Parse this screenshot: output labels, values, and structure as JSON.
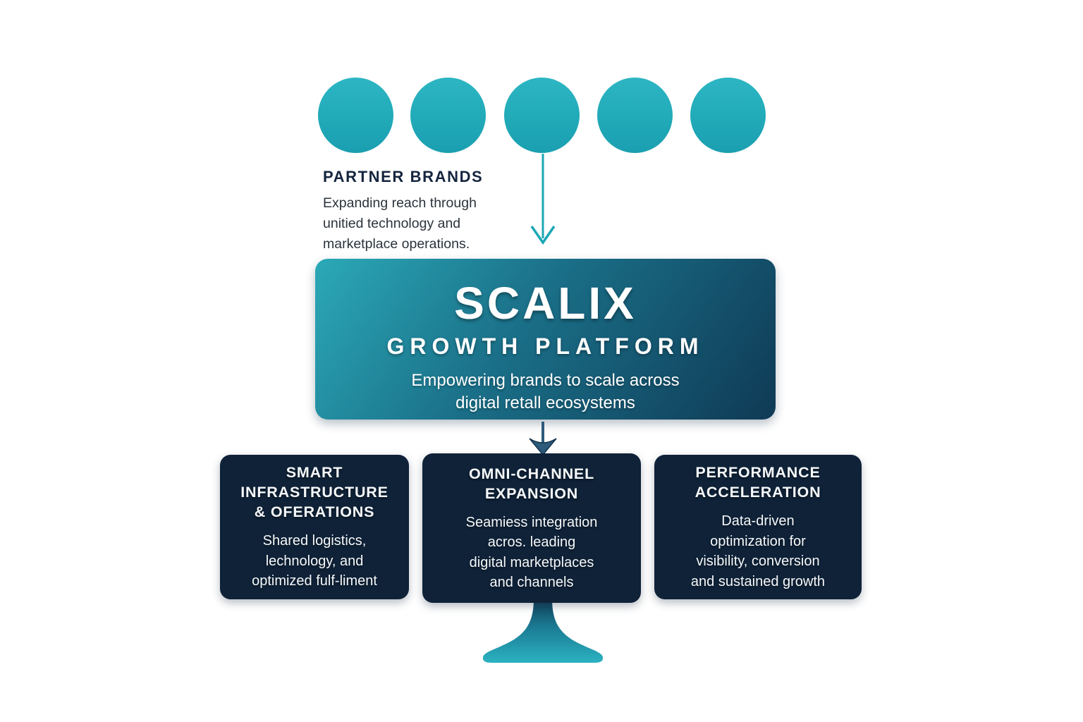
{
  "partner_brands": {
    "circle_count": 5,
    "label": "PARTNER BRANDS",
    "description_lines": {
      "0": "Expanding reach through",
      "1": "unitied technology and",
      "2": "marketplace operations."
    }
  },
  "platform": {
    "title": "SCALIX",
    "subtitle": "GROWTH PLATFORM",
    "tagline_lines": {
      "0": "Empowering brands to scale across",
      "1": "digital retall ecosystems"
    }
  },
  "pillars": [
    {
      "title_lines": {
        "0": "SMART",
        "1": "INFRASTRUCTURE",
        "2": "& OFERATIONS"
      },
      "body_lines": {
        "0": "Shared logistics,",
        "1": "lechnology, and",
        "2": "optimized fulf-liment"
      }
    },
    {
      "title_lines": {
        "0": "OMNI-CHANNEL",
        "1": "EXPANSION"
      },
      "body_lines": {
        "0": "Seamiess integration",
        "1": "acros. leading",
        "2": "digital marketplaces",
        "3": "and channels"
      }
    },
    {
      "title_lines": {
        "0": "PERFORMANCE",
        "1": "ACCELERATION"
      },
      "body_lines": {
        "0": "Data-driven",
        "1": "optimization for",
        "2": "visibility, conversion",
        "3": "and sustained growth"
      }
    }
  ],
  "colors": {
    "background": "#ffffff",
    "circle_teal_top": "#2db5c3",
    "circle_teal_bottom": "#1a9fb0",
    "platform_gradient_start": "#2ba9b7",
    "platform_gradient_end": "#0f3a55",
    "pillar_navy": "#0f2238",
    "heading_navy": "#15253f",
    "body_text_dark": "#2b333c",
    "arrow_teal": "#1ba7b5",
    "arrow_navy_fill": "#2d5b7b",
    "arrow_navy_stroke": "#13324d",
    "funnel_top": "#123c55",
    "funnel_bottom": "#2bb2c1",
    "text_on_dark": "#f5f8fa"
  }
}
